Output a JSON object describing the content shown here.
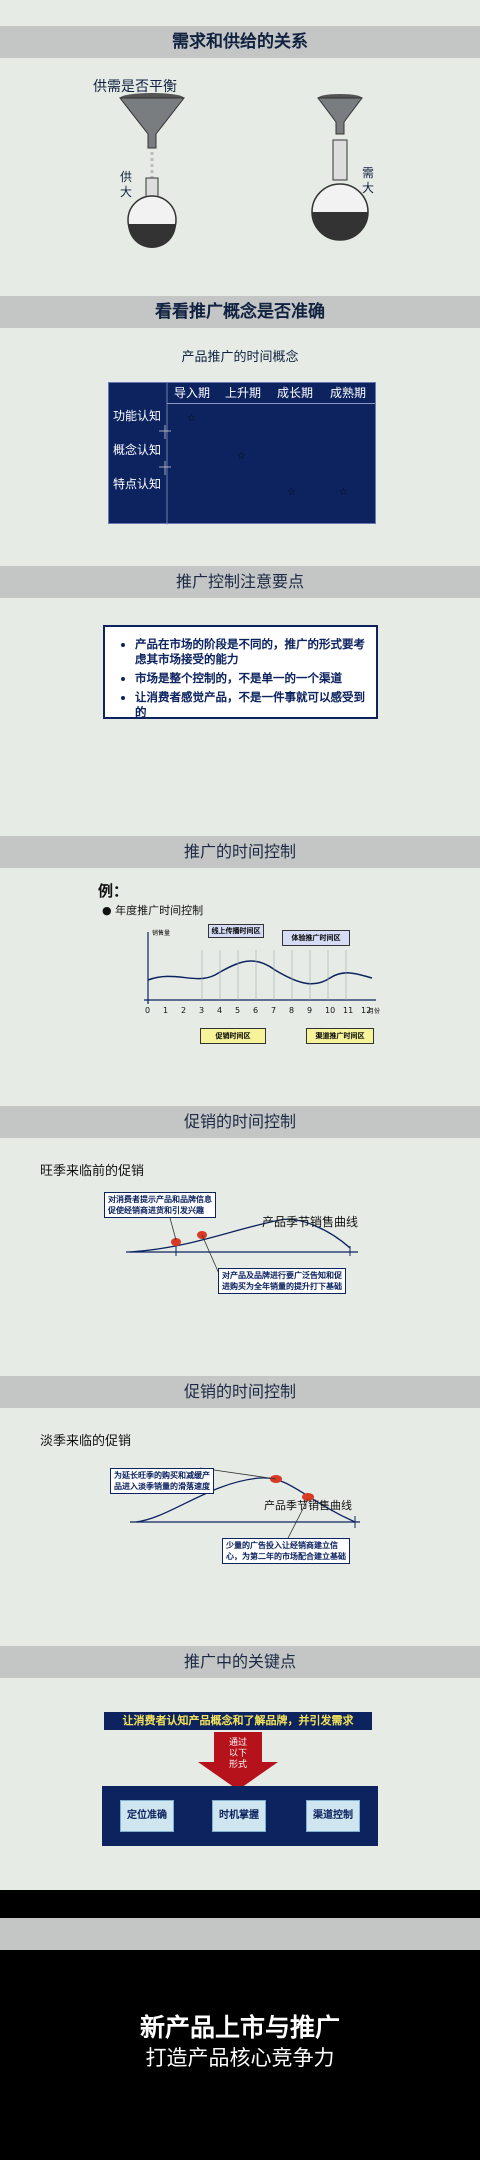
{
  "slide1": {
    "title": "需求和供给的关系",
    "question": "供需是否平衡",
    "left_label": "供\n大",
    "right_label": "需\n大"
  },
  "slide2": {
    "title": "看看推广概念是否准确",
    "subtitle": "产品推广的时间概念",
    "columns": [
      "导入期",
      "上升期",
      "成长期",
      "成熟期"
    ],
    "rows": [
      "功能认知",
      "概念认知",
      "特点认知"
    ]
  },
  "slide3": {
    "title": "推广控制注意要点",
    "bullets": [
      "产品在市场的阶段是不同的，推广的形式要考虑其市场接受的能力",
      "市场是整个控制的，不是单一的一个渠道",
      "让消费者感觉产品，不是一件事就可以感受到的"
    ]
  },
  "slide4": {
    "title": "推广的时间控制",
    "example": "例：",
    "bullet": "年度推广时间控制",
    "y_label": "销售量",
    "x_label": "月份",
    "months": [
      "0",
      "1",
      "2",
      "3",
      "4",
      "5",
      "6",
      "7",
      "8",
      "9",
      "10",
      "11",
      "12"
    ],
    "callout_top_left": "线上传播时间区",
    "callout_top_right": "体验推广时间区",
    "callout_bottom_left": "促销时间区",
    "callout_bottom_right": "渠道推广时间区"
  },
  "slide5": {
    "title": "促销的时间控制",
    "heading": "旺季来临前的促销",
    "note_top": "对消费者提示产品和品牌信息\n促使经销商进货和引发兴趣",
    "curve_label": "产品季节销售曲线",
    "note_bottom": "对产品及品牌进行要广泛告知和促\n进购买为全年销量的提升打下基础"
  },
  "slide6": {
    "title": "促销的时间控制",
    "heading": "淡季来临的促销",
    "note_top": "为延长旺季的购买和减缓产\n品进入淡季销量的滑落速度",
    "curve_label": "产品季节销售曲线",
    "note_bottom": "少量的广告投入让经销商建立信\n心，为第二年的市场配合建立基础"
  },
  "slide7": {
    "title": "推广中的关键点",
    "banner": "让消费者认知产品概念和了解品牌，并引发需求",
    "arrow_text": "通过\n以下\n形式",
    "boxes": [
      "定位准确",
      "时机掌握",
      "渠道控制"
    ]
  },
  "cover": {
    "title": "新产品上市与推广",
    "subtitle": "打造产品核心竞争力"
  }
}
